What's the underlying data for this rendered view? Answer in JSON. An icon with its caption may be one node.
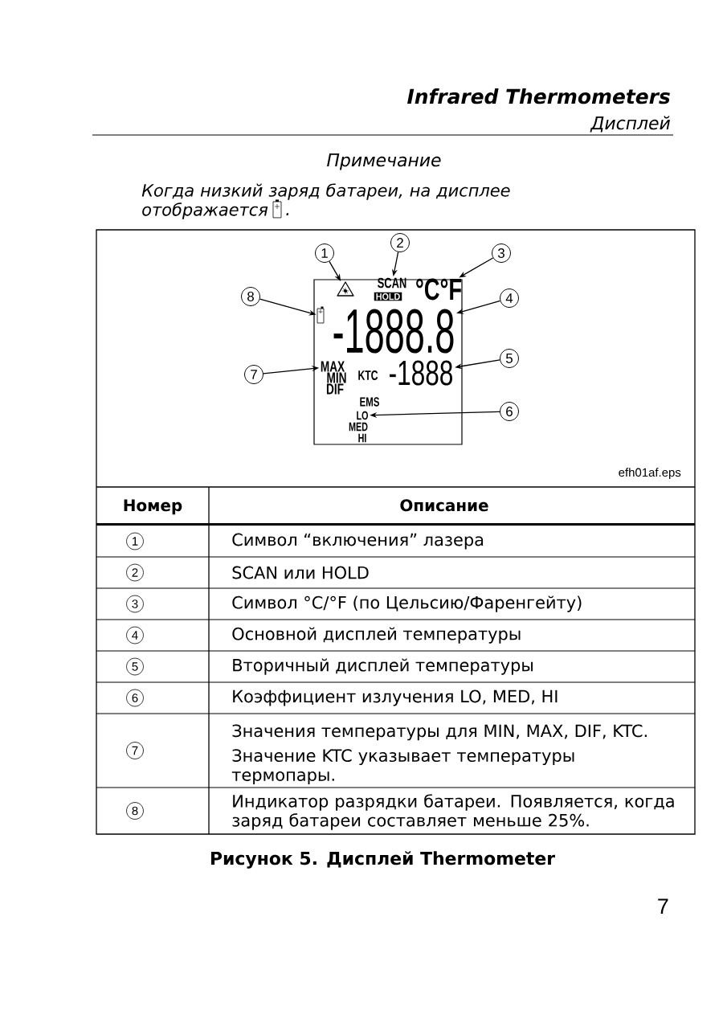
{
  "diagram": {
    "title": "Infrared Thermometers",
    "caption": "Рисунок 5. Дисплей Thermometer",
    "nodes": [
      {
        "text": [
          "1"
        ]
      },
      {
        "text": [
          "2"
        ]
      },
      {
        "text": [
          "3"
        ]
      },
      {
        "text": [
          "4"
        ]
      },
      {
        "text": [
          "5"
        ]
      },
      {
        "text": [
          "6"
        ]
      },
      {
        "text": [
          "7"
        ]
      },
      {
        "text": [
          "8"
        ]
      },
      {
        "text": [],
        "shape": "triangle"
      },
      {
        "text": [
          "SCAN"
        ]
      },
      {
        "text": [
          "HOLD"
        ]
      },
      {
        "text": [
          "°C°F"
        ]
      },
      {
        "text": [],
        "shape": "battery"
      },
      {
        "text": [
          "-1888.8"
        ]
      },
      {
        "text": [
          "MAX"
        ]
      },
      {
        "text": [
          "MIN"
        ]
      },
      {
        "text": [
          "DIF"
        ]
      },
      {
        "text": [
          "KTC"
        ]
      },
      {
        "text": [
          "-1888"
        ]
      },
      {
        "text": [
          "EMS"
        ]
      },
      {
        "text": [
          "LO"
        ]
      },
      {
        "text": [
          "MED"
        ]
      },
      {
        "text": [
          "HI"
        ]
      },
      {
        "text": [
          "1"
        ]
      },
      {
        "text": [
          "2"
        ]
      },
      {
        "text": [
          "3"
        ]
      },
      {
        "text": [
          "4"
        ]
      },
      {
        "text": [
          "5"
        ]
      },
      {
        "text": [
          "6"
        ]
      },
      {
        "text": [
          "7"
        ]
      },
      {
        "text": [
          "8"
        ]
      }
    ],
    "edges": [
      {
        "from": 0,
        "to": 8,
        "arrow": "to"
      },
      {
        "from": 1,
        "to": 9,
        "arrow": "to"
      },
      {
        "from": 2,
        "to": 11,
        "arrow": "to"
      },
      {
        "from": 3,
        "to": 13,
        "arrow": "to"
      },
      {
        "from": 4,
        "to": 18,
        "arrow": "to"
      },
      {
        "from": 5,
        "to": 20,
        "arrow": "to"
      },
      {
        "from": 6,
        "to": 14,
        "arrow": "to"
      },
      {
        "from": 7,
        "to": 12,
        "arrow": "to"
      }
    ],
    "labels": [
      "Дисплей",
      "Примечание",
      "Когда низкий заряд батареи, на дисплее отображается",
      ".",
      "efh01af.eps",
      "Номер",
      "Описание",
      "Символ “включения” лазера",
      "SCAN или HOLD",
      "Символ °C/°F (по Цельсию/Фаренгейту)",
      "Основной дисплей температуры",
      "Вторичный дисплей температуры",
      "Коэффициент излучения LO, MED, HI",
      "Значения температуры для MIN, MAX, DIF, KTC.",
      "Значение KTC указывает температуры термопары.",
      "Индикатор разрядки батареи. Появляется, когда заряд батареи составляет меньше 25%.",
      "7"
    ]
  }
}
